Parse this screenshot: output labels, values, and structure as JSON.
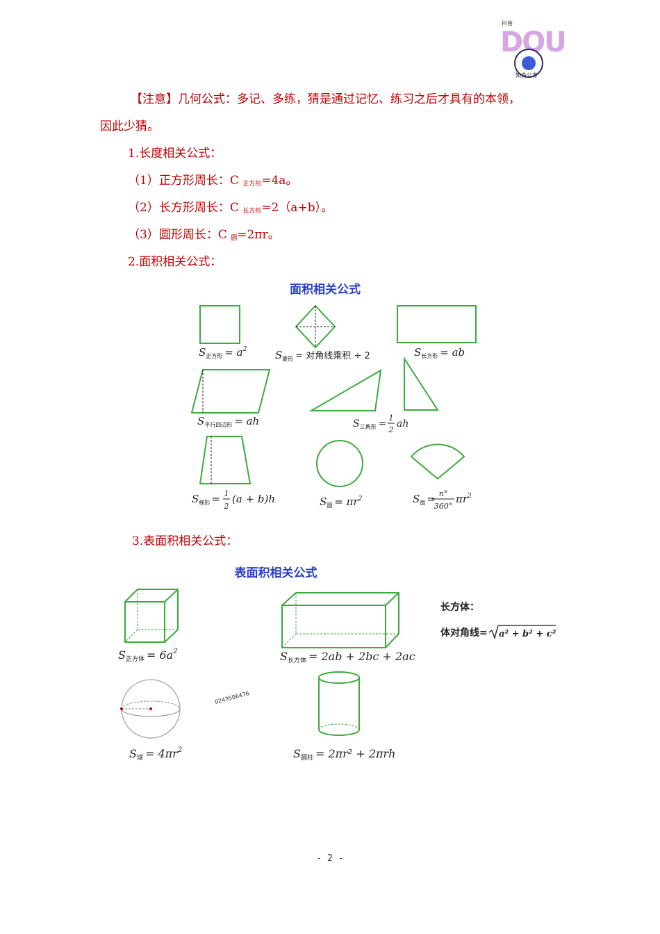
{
  "logo": {
    "top_text": "抖音",
    "big_text": "DOU",
    "name": "知舟公考"
  },
  "note": {
    "bracket": "【注意】",
    "line1": "几何公式：多记、多练，猜是通过记忆、练习之后才具有的本领，",
    "line2": "因此少猜。"
  },
  "sec1": {
    "heading": "1.长度相关公式：",
    "items": [
      {
        "pre": "（1）正方形周长：C ",
        "sub": "正方形",
        "post": "=4a。"
      },
      {
        "pre": "（2）长方形周长：C ",
        "sub": "长方形",
        "post": "=2（a+b）。"
      },
      {
        "pre": "（3）圆形周长：C ",
        "sub": "圆",
        "post": "=2πr。"
      }
    ]
  },
  "sec2": {
    "heading": "2.面积相关公式："
  },
  "area_fig": {
    "title": "面积相关公式",
    "square": {
      "s": "S",
      "sub": "正方形",
      "rhs": "= a",
      "sup": "2"
    },
    "rhombus": {
      "s": "S",
      "sub": "菱形",
      "rhs": "= 对角线乘积 ÷ 2"
    },
    "rect": {
      "s": "S",
      "sub": "长方形",
      "rhs": "= ab"
    },
    "para": {
      "s": "S",
      "sub": "平行四边形",
      "rhs": "= ah"
    },
    "tri": {
      "s": "S",
      "sub": "三角形",
      "eq": "=",
      "num": "1",
      "den": "2",
      "rhs": "ah"
    },
    "trap": {
      "s": "S",
      "sub": "梯形",
      "eq": "=",
      "num": "1",
      "den": "2",
      "rhs": "(a + b)h"
    },
    "circle": {
      "s": "S",
      "sub": "圆",
      "rhs": "= πr",
      "sup": "2"
    },
    "sector": {
      "s": "S",
      "sub": "扇",
      "eq": "=",
      "num": "n°",
      "den": "360°",
      "rhs": "πr",
      "sup": "2"
    }
  },
  "sec3": {
    "heading": "3.表面积相关公式："
  },
  "surf_fig": {
    "title": "表面积相关公式",
    "cube": {
      "s": "S",
      "sub": "正方体",
      "rhs": "= 6a",
      "sup": "2"
    },
    "cuboid": {
      "s": "S",
      "sub": "长方体",
      "rhs": "= 2ab + 2bc + 2ac"
    },
    "sphere": {
      "s": "S",
      "sub": "球",
      "rhs": "= 4πr",
      "sup": "2"
    },
    "cylinder": {
      "s": "S",
      "sub": "圆柱",
      "rhs": "= 2πr² + 2πrh"
    },
    "side_title": "长方体：",
    "diag_label": "体对角线=",
    "diag_expr": "a² + b² + c²",
    "watermark": "0243506476"
  },
  "footer": "- 2 -"
}
